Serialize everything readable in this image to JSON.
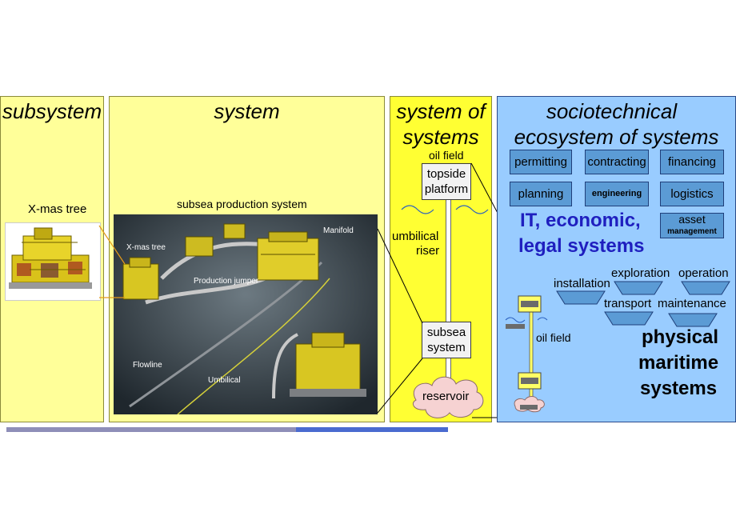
{
  "panels": {
    "subsystem": {
      "title": "subsystem",
      "item_label": "X-mas tree"
    },
    "system": {
      "title": "system",
      "photo_caption": "subsea production system",
      "photo_labels": {
        "xmas": "X-mas tree",
        "manifold": "Manifold",
        "jumper": "Production jumper",
        "flowline": "Flowline",
        "umbilical": "Umbilical"
      }
    },
    "sos": {
      "title_line1": "system of",
      "title_line2": "systems",
      "oil_field": "oil field",
      "topside_line1": "topside",
      "topside_line2": "platform",
      "umbilical": "umbilical",
      "riser": "riser",
      "subsea_line1": "subsea",
      "subsea_line2": "system",
      "reservoir": "reservoir"
    },
    "ecosystem": {
      "title_line1": "sociotechnical",
      "title_line2": "ecosystem of systems",
      "boxes": {
        "permitting": "permitting",
        "contracting": "contracting",
        "financing": "financing",
        "planning": "planning",
        "engineering": "engineering",
        "logistics": "logistics",
        "asset": "asset",
        "management": "management"
      },
      "it_line1": "IT, economic,",
      "it_line2": "legal systems",
      "phases": {
        "installation": "installation",
        "exploration": "exploration",
        "operation": "operation",
        "transport": "transport",
        "maintenance": "maintenance"
      },
      "oil_field": "oil field",
      "physical_line1": "physical",
      "physical_line2": "maritime",
      "physical_line3": "systems"
    }
  },
  "colors": {
    "yellow_light": "#ffff99",
    "yellow_bright": "#ffff33",
    "blue_light": "#99ccff",
    "blue_box": "#5b9bd5",
    "blue_text": "#1f1fbf"
  }
}
